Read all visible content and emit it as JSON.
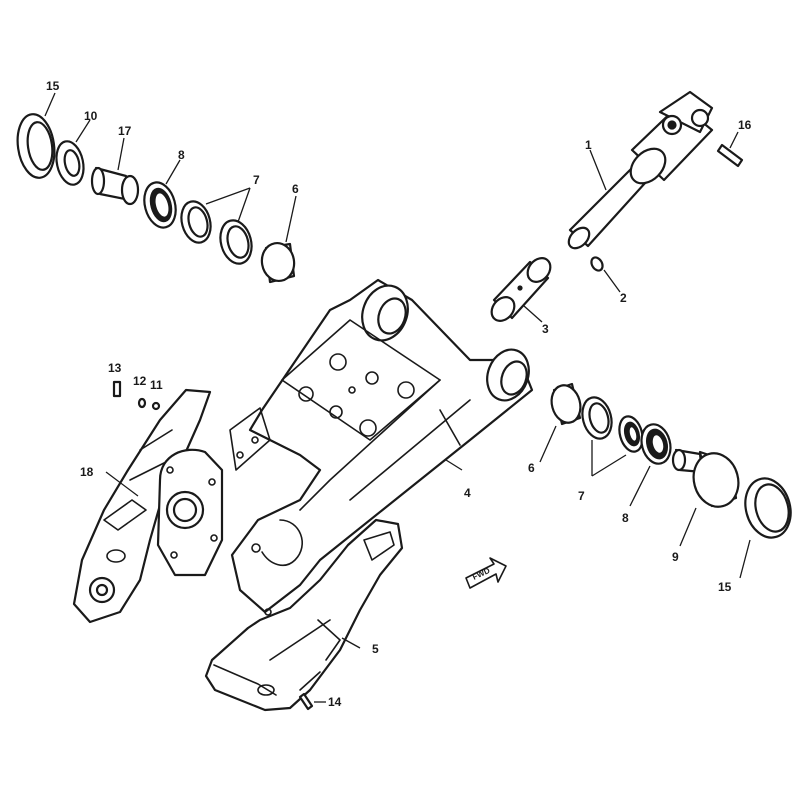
{
  "diagram": {
    "callouts": {
      "c1": "1",
      "c2": "2",
      "c3": "3",
      "c4": "4",
      "c5": "5",
      "c6a": "6",
      "c6b": "6",
      "c7a": "7",
      "c7b": "7",
      "c8a": "8",
      "c8b": "8",
      "c9": "9",
      "c10": "10",
      "c11": "11",
      "c12": "12",
      "c13": "13",
      "c14": "14",
      "c15a": "15",
      "c15b": "15",
      "c16": "16",
      "c17": "17",
      "c18": "18"
    },
    "fwd_label": "FWD"
  }
}
